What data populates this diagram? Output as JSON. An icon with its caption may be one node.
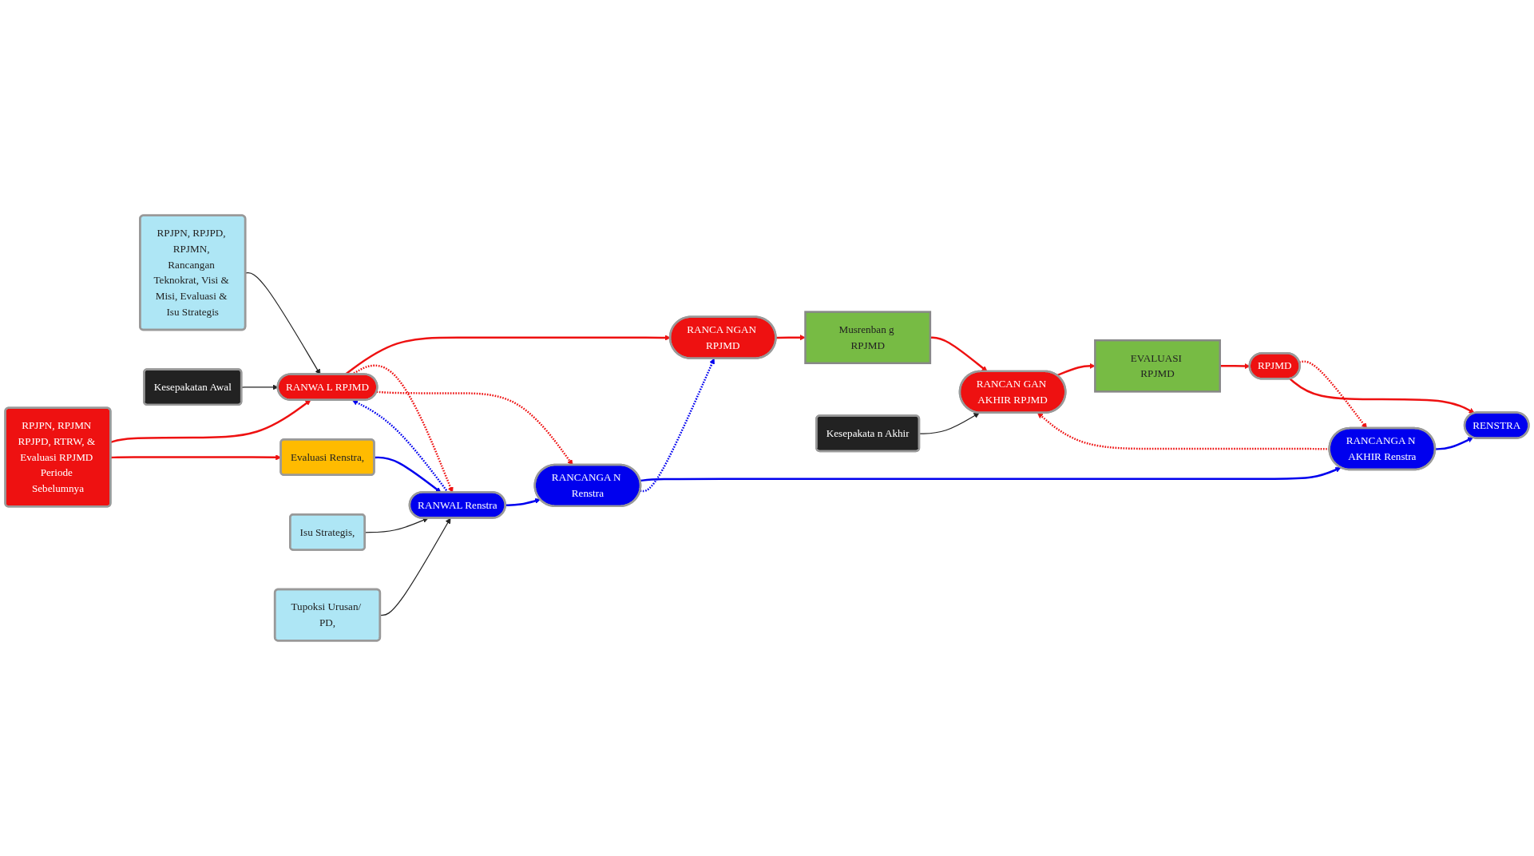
{
  "diagram": {
    "nodes": [
      {
        "text": [
          "RPJPN, RPJPD, RPJMN, Rancangan Teknokrat, Visi & Misi, Evaluasi & Isu Strategis"
        ]
      },
      {
        "text": [
          "RPJPN, RPJMN RPJPD, RTRW, & Evaluasi RPJMD Periode Sebelumnya"
        ]
      },
      {
        "text": [
          "RANWA L RPJMD"
        ]
      },
      {
        "text": [
          "RANCA NGAN RPJMD"
        ]
      },
      {
        "text": [
          "Musrenban g RPJMD"
        ]
      },
      {
        "text": [
          "RANCAN GAN AKHIR RPJMD"
        ]
      },
      {
        "text": [
          "EVALUASI RPJMD"
        ]
      },
      {
        "text": [
          "RPJMD"
        ]
      },
      {
        "text": [
          "Kesepakatan Awal"
        ]
      },
      {
        "text": [
          "Kesepakata n Akhir"
        ]
      },
      {
        "text": [
          "Evaluasi Renstra,"
        ]
      },
      {
        "text": [
          "RANWAL Renstra"
        ]
      },
      {
        "text": [
          "RANCANGA N Renstra"
        ]
      },
      {
        "text": [
          "RANCANGA N AKHIR Renstra"
        ]
      },
      {
        "text": [
          "RENSTRA"
        ]
      },
      {
        "text": [
          "Isu Strategis,"
        ]
      },
      {
        "text": [
          "Tupoksi Urusan/ PD,"
        ]
      }
    ],
    "edges": [
      {
        "from": 0,
        "to": 2,
        "arrow": "to",
        "color": "#222222"
      },
      {
        "from": 1,
        "to": 2,
        "arrow": "to"
      },
      {
        "from": 2,
        "to": 3,
        "arrow": "to"
      },
      {
        "from": 3,
        "to": 4,
        "arrow": "to"
      },
      {
        "from": 4,
        "to": 5,
        "arrow": "to"
      },
      {
        "from": 5,
        "to": 6,
        "arrow": "to"
      },
      {
        "from": 6,
        "to": 7,
        "arrow": "to"
      },
      {
        "from": 8,
        "to": 2,
        "arrow": "to",
        "color": "#222222"
      },
      {
        "from": 9,
        "to": 5,
        "arrow": "to",
        "color": "#222222"
      },
      {
        "from": 1,
        "to": 10,
        "arrow": "to"
      },
      {
        "from": 10,
        "to": 11,
        "arrow": "to",
        "color": "#0000ee"
      },
      {
        "from": 11,
        "to": 12,
        "arrow": "to",
        "color": "#0000ee"
      },
      {
        "from": 12,
        "to": 13,
        "arrow": "to",
        "color": "#0000ee"
      },
      {
        "from": 13,
        "to": 14,
        "arrow": "to",
        "color": "#0000ee"
      },
      {
        "from": 11,
        "to": 2,
        "arrow": "to",
        "style": "dashed",
        "color": "#0000ee"
      },
      {
        "from": 2,
        "to": 11,
        "arrow": "to",
        "style": "dashed"
      },
      {
        "from": 2,
        "to": 12,
        "arrow": "to",
        "style": "dashed"
      },
      {
        "from": 12,
        "to": 3,
        "arrow": "to",
        "style": "dashed",
        "color": "#0000ee"
      },
      {
        "from": 13,
        "to": 5,
        "arrow": "to",
        "style": "dashed"
      },
      {
        "from": 7,
        "to": 13,
        "arrow": "to",
        "style": "dashed"
      },
      {
        "from": 7,
        "to": 14,
        "arrow": "to"
      },
      {
        "from": 15,
        "to": 11,
        "arrow": "to",
        "color": "#222222"
      },
      {
        "from": 16,
        "to": 11,
        "arrow": "to",
        "color": "#222222"
      }
    ]
  }
}
